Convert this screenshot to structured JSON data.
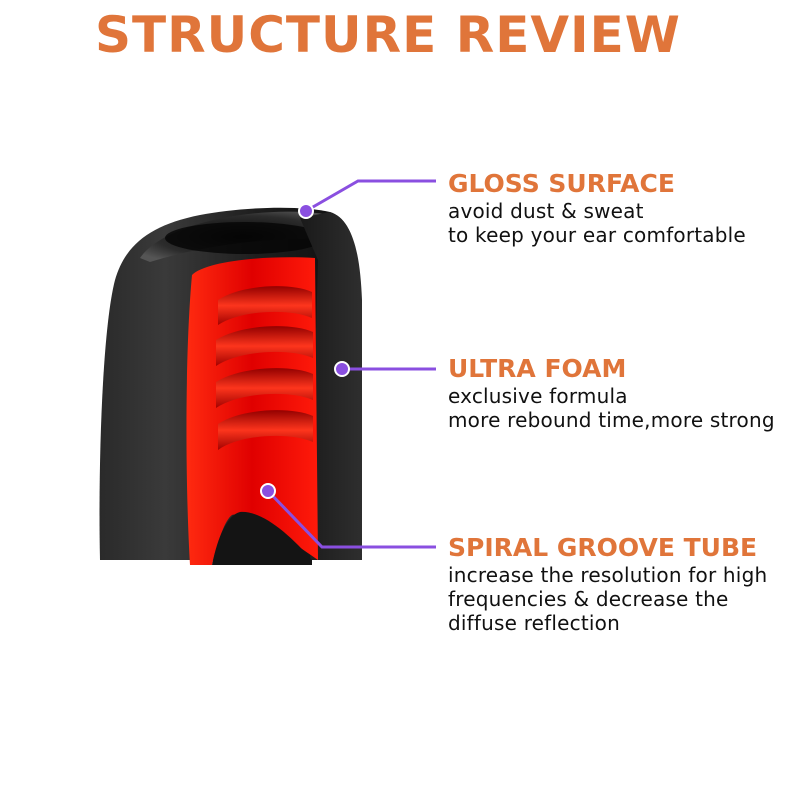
{
  "title": "STRUCTURE REVIEW",
  "callouts": [
    {
      "heading": "GLOSS SURFACE",
      "lines": [
        "avoid dust & sweat",
        "to keep your ear comfortable"
      ]
    },
    {
      "heading": "ULTRA FOAM",
      "lines": [
        "exclusive formula",
        "more rebound time,more strong"
      ]
    },
    {
      "heading": "SPIRAL GROOVE TUBE",
      "lines": [
        "increase the resolution for high",
        "frequencies & decrease the",
        "diffuse reflection"
      ]
    }
  ],
  "colors": {
    "accent": "#e0753a",
    "leader": "#8a4fe0",
    "foam": "#1c1c1c",
    "tube": "#ff1a0a"
  },
  "icons": [
    "ear-tip-cross-section",
    "leader-dot"
  ]
}
